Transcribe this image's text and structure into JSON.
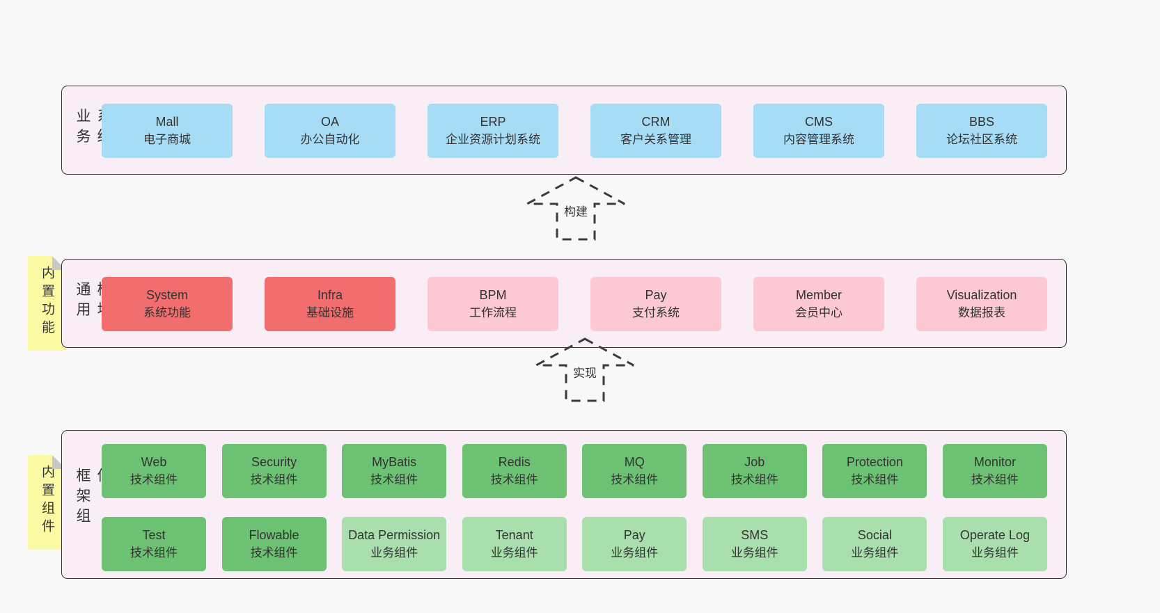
{
  "colors": {
    "background": "#f8f8f8",
    "container_fill": "#f9eef6",
    "container_border": "#333333",
    "text": "#333333",
    "blue": "#a6dcf5",
    "red": "#f26e6e",
    "pink": "#fcc8d2",
    "green_dark": "#6cc172",
    "green_light": "#a8dfad",
    "yellow_note": "#fafaa4",
    "fold_gray": "#c8c8c8"
  },
  "sections": {
    "business": {
      "label": "业务系统",
      "boxes": [
        {
          "name": "Mall",
          "desc": "电子商城",
          "color": "blue"
        },
        {
          "name": "OA",
          "desc": "办公自动化",
          "color": "blue"
        },
        {
          "name": "ERP",
          "desc": "企业资源计划系统",
          "color": "blue"
        },
        {
          "name": "CRM",
          "desc": "客户关系管理",
          "color": "blue"
        },
        {
          "name": "CMS",
          "desc": "内容管理系统",
          "color": "blue"
        },
        {
          "name": "BBS",
          "desc": "论坛社区系统",
          "color": "blue"
        }
      ]
    },
    "modules": {
      "label": "通用模块",
      "note": "内置功能",
      "boxes": [
        {
          "name": "System",
          "desc": "系统功能",
          "color": "red"
        },
        {
          "name": "Infra",
          "desc": "基础设施",
          "color": "red"
        },
        {
          "name": "BPM",
          "desc": "工作流程",
          "color": "pink"
        },
        {
          "name": "Pay",
          "desc": "支付系统",
          "color": "pink"
        },
        {
          "name": "Member",
          "desc": "会员中心",
          "color": "pink"
        },
        {
          "name": "Visualization",
          "desc": "数据报表",
          "color": "pink"
        }
      ]
    },
    "framework": {
      "label": "框架组件",
      "note": "内置组件",
      "rows": [
        [
          {
            "name": "Web",
            "desc": "技术组件",
            "color": "green_dark"
          },
          {
            "name": "Security",
            "desc": "技术组件",
            "color": "green_dark"
          },
          {
            "name": "MyBatis",
            "desc": "技术组件",
            "color": "green_dark"
          },
          {
            "name": "Redis",
            "desc": "技术组件",
            "color": "green_dark"
          },
          {
            "name": "MQ",
            "desc": "技术组件",
            "color": "green_dark"
          },
          {
            "name": "Job",
            "desc": "技术组件",
            "color": "green_dark"
          },
          {
            "name": "Protection",
            "desc": "技术组件",
            "color": "green_dark"
          },
          {
            "name": "Monitor",
            "desc": "技术组件",
            "color": "green_dark"
          }
        ],
        [
          {
            "name": "Test",
            "desc": "技术组件",
            "color": "green_dark"
          },
          {
            "name": "Flowable",
            "desc": "技术组件",
            "color": "green_dark"
          },
          {
            "name": "Data Permission",
            "desc": "业务组件",
            "color": "green_light"
          },
          {
            "name": "Tenant",
            "desc": "业务组件",
            "color": "green_light"
          },
          {
            "name": "Pay",
            "desc": "业务组件",
            "color": "green_light"
          },
          {
            "name": "SMS",
            "desc": "业务组件",
            "color": "green_light"
          },
          {
            "name": "Social",
            "desc": "业务组件",
            "color": "green_light"
          },
          {
            "name": "Operate Log",
            "desc": "业务组件",
            "color": "green_light"
          }
        ]
      ]
    }
  },
  "arrows": [
    {
      "label": "构建"
    },
    {
      "label": "实现"
    }
  ]
}
